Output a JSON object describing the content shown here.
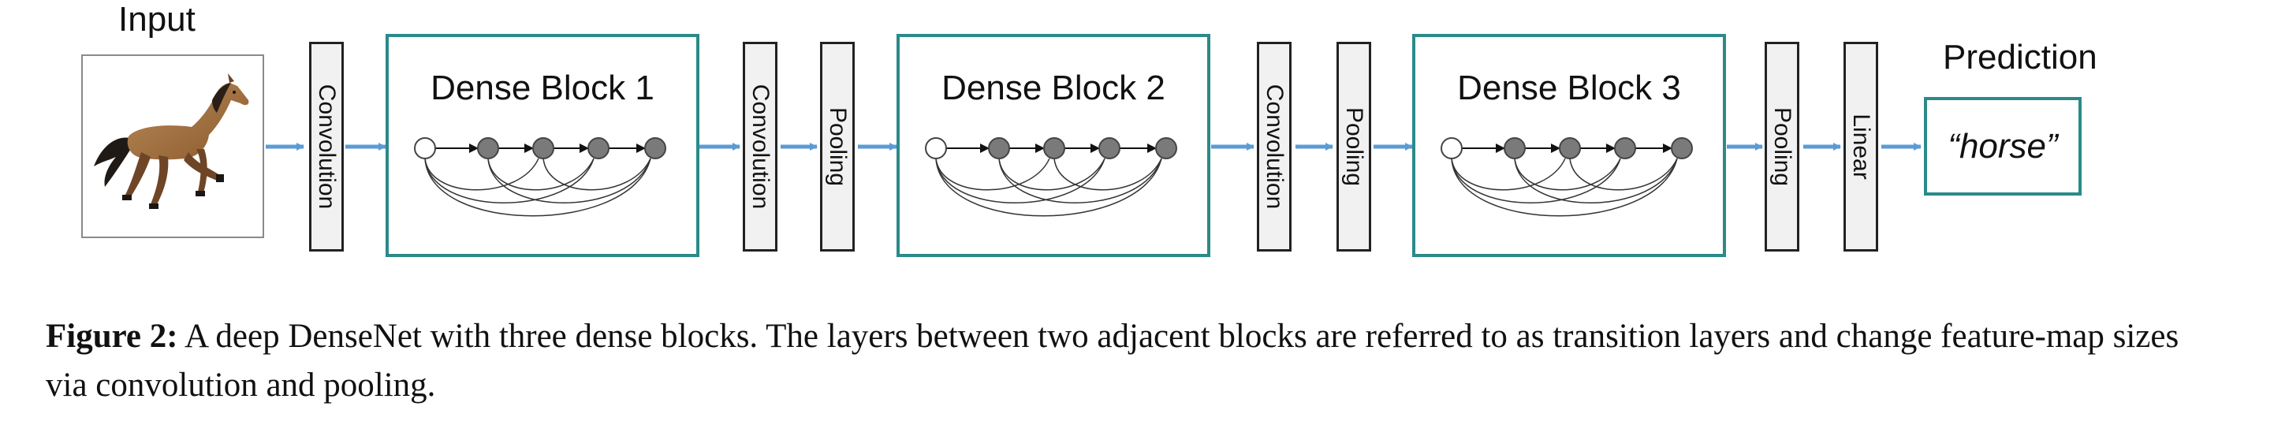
{
  "input": {
    "title": "Input",
    "image": "horse-photo"
  },
  "layers": [
    {
      "id": "conv1",
      "label": "Convolution"
    },
    {
      "id": "conv2",
      "label": "Convolution"
    },
    {
      "id": "pool1",
      "label": "Pooling"
    },
    {
      "id": "conv3",
      "label": "Convolution"
    },
    {
      "id": "pool2",
      "label": "Pooling"
    },
    {
      "id": "pool3",
      "label": "Pooling"
    },
    {
      "id": "linear",
      "label": "Linear"
    }
  ],
  "dense_blocks": [
    {
      "label": "Dense Block 1"
    },
    {
      "label": "Dense Block 2"
    },
    {
      "label": "Dense Block 3"
    }
  ],
  "prediction": {
    "title": "Prediction",
    "value": "“horse”"
  },
  "caption": {
    "label": "Figure 2:",
    "text": "A deep DenseNet with three dense blocks. The layers between two adjacent blocks are referred to as transition layers and change feature-map sizes via convolution and pooling."
  },
  "colors": {
    "arrow": "#5b9bd5",
    "block_border": "#2b8a8a",
    "node_fill": "#7a7a7a",
    "layer_fill": "#f1f1f1"
  }
}
